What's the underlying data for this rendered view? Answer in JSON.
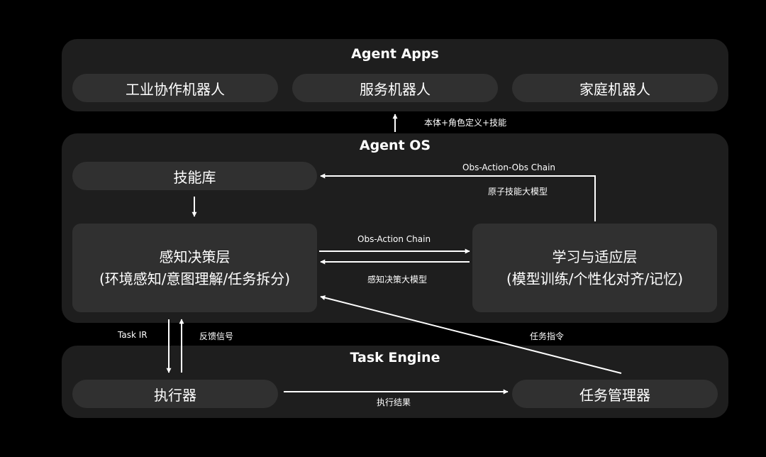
{
  "colors": {
    "background": "#000000",
    "layer": "#1e1e1e",
    "module": "#303030",
    "text": "#ffffff",
    "arrow": "#ffffff"
  },
  "agent_apps": {
    "title": "Agent Apps",
    "items": [
      "工业协作机器人",
      "服务机器人",
      "家庭机器人"
    ]
  },
  "agent_os": {
    "title": "Agent OS",
    "skill_library": "技能库",
    "perception": {
      "title": "感知决策层",
      "subtitle": "(环境感知/意图理解/任务拆分)"
    },
    "learning": {
      "title": "学习与适应层",
      "subtitle": "(模型训练/个性化对齐/记忆)"
    }
  },
  "task_engine": {
    "title": "Task Engine",
    "executor": "执行器",
    "task_manager": "任务管理器"
  },
  "connections": {
    "os_to_apps": "本体+角色定义+技能",
    "obs_action_obs_chain": "Obs-Action-Obs Chain",
    "atomic_skill_model": "原子技能大模型",
    "obs_action_chain": "Obs-Action Chain",
    "perception_decision_model": "感知决策大模型",
    "task_ir": "Task IR",
    "feedback_signal": "反馈信号",
    "task_instruction": "任务指令",
    "execution_result": "执行结果"
  }
}
